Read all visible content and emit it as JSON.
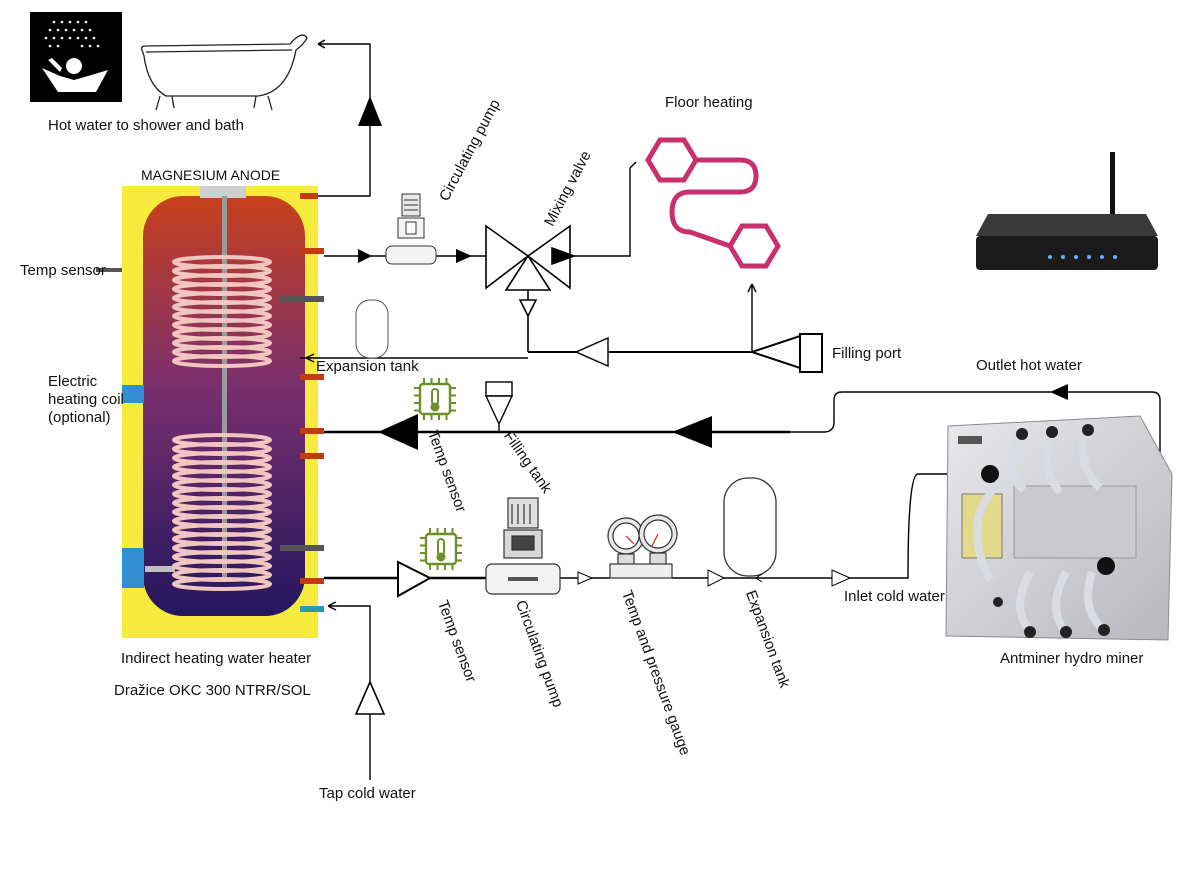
{
  "labels": {
    "hot_water_shower_bath": "Hot water to shower and bath",
    "magnesium_anode": "MAGNESIUM ANODE",
    "circulating_pump_top": "Circulating pump",
    "mixing_valve": "Mixing valve",
    "floor_heating": "Floor heating",
    "temp_sensor_left": "Temp sensor",
    "expansion_tank_mid": "Expansion tank",
    "filling_port": "Filling port",
    "outlet_hot_water": "Outlet hot water",
    "electric_heating_coil": "Electric heating coil (optional)",
    "temp_sensor_mid": "Temp sensor",
    "filling_tank": "Filling tank",
    "temp_sensor_low": "Temp sensor",
    "circulating_pump_low": "Circulating pump",
    "temp_pressure_gauge": "Temp and pressure gauge",
    "expansion_tank_low": "Expansion tank",
    "inlet_cold_water": "Inlet cold water",
    "antminer": "Antminer hydro miner",
    "heater_name": "Indirect heating water heater",
    "heater_model": "Dražice OKC 300 NTRR/SOL",
    "tap_cold_water": "Tap cold water"
  },
  "colors": {
    "tank_yellow": "#f6ea3c",
    "tank_hot": "#c8401c",
    "tank_cold": "#2a1a6a",
    "coil_pink": "#f2c6c0",
    "floor_heating": "#c8306c",
    "sensor_green": "#6d8f2a",
    "pipe": "#000000"
  },
  "icons": [
    "shower-icon",
    "bathtub-icon",
    "router-icon",
    "antminer-icon",
    "thermometer-chip-icon",
    "pressure-gauge-icon"
  ]
}
